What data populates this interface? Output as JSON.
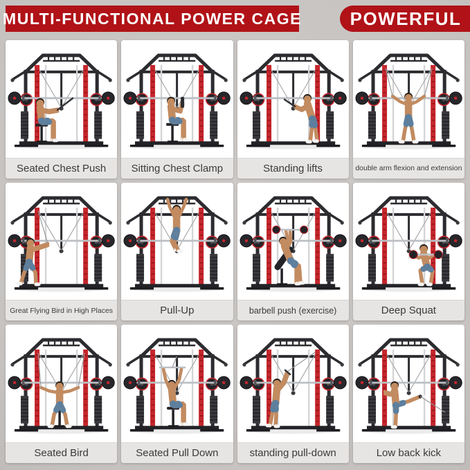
{
  "header": {
    "title": "MULTI-FUNCTIONAL POWER CAGE",
    "badge": "POWERFUL"
  },
  "colors": {
    "accent_red": "#b01217",
    "page_background": "#c9c6c4",
    "card_background": "#ffffff",
    "caption_background": "#e7e5e3",
    "caption_text": "#3a3a3a",
    "machine_red": "#c5262c",
    "machine_frame": "#2c2c30"
  },
  "grid": {
    "cells": [
      {
        "caption": "Seated Chest Push",
        "exercise": "seated-press"
      },
      {
        "caption": "Sitting Chest Clamp",
        "exercise": "seated-fly"
      },
      {
        "caption": "Standing lifts",
        "exercise": "standing-lift"
      },
      {
        "caption": "double arm flexion and extension",
        "exercise": "cable-cross"
      },
      {
        "caption": "Great Flying Bird in High Places",
        "exercise": "high-fly"
      },
      {
        "caption": "Pull-Up",
        "exercise": "pull-up"
      },
      {
        "caption": "barbell push (exercise)",
        "exercise": "incline-press"
      },
      {
        "caption": "Deep Squat",
        "exercise": "squat"
      },
      {
        "caption": "Seated Bird",
        "exercise": "seated-bird"
      },
      {
        "caption": "Seated Pull Down",
        "exercise": "seated-pulldown"
      },
      {
        "caption": "standing pull-down",
        "exercise": "standing-pulldown"
      },
      {
        "caption": "Low back kick",
        "exercise": "back-kick"
      }
    ]
  }
}
